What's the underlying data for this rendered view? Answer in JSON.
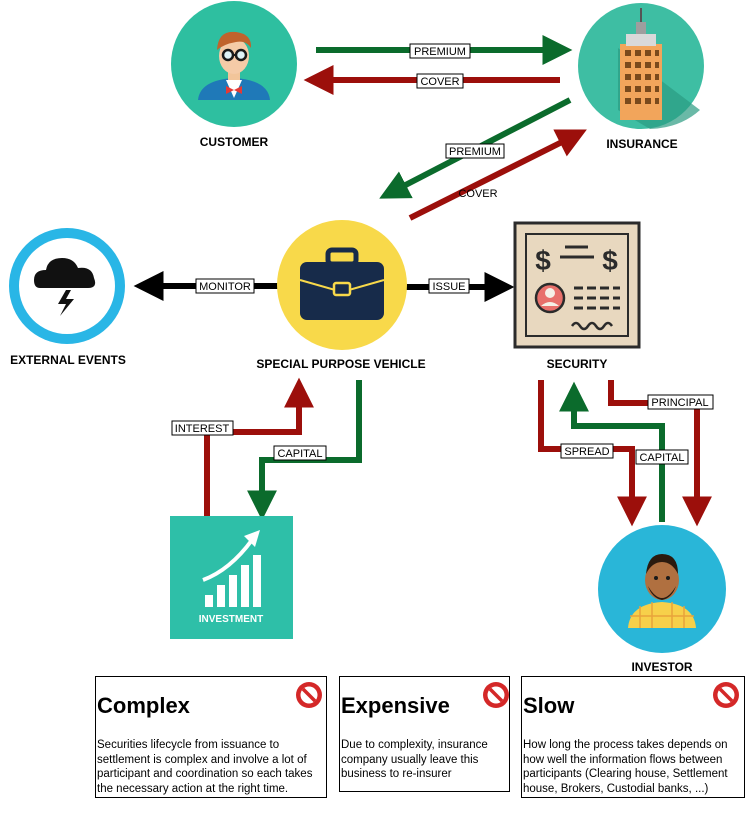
{
  "nodes": {
    "customer": {
      "label": "CUSTOMER",
      "icon": "businessman-icon"
    },
    "insurance": {
      "label": "INSURANCE",
      "icon": "skyscraper-icon"
    },
    "external_events": {
      "label": "EXTERNAL EVENTS",
      "icon": "storm-cloud-icon"
    },
    "spv": {
      "label": "SPECIAL PURPOSE VEHICLE",
      "icon": "briefcase-icon"
    },
    "security": {
      "label": "SECURITY",
      "icon": "certificate-icon"
    },
    "investment": {
      "label": "INVESTMENT",
      "icon": "growth-chart-icon"
    },
    "investor": {
      "label": "INVESTOR",
      "icon": "investor-avatar-icon"
    }
  },
  "edges": {
    "premium_top": "PREMIUM",
    "cover_top": "COVER",
    "premium_diag": "PREMIUM",
    "cover_diag": "COVER",
    "monitor": "MONITOR",
    "issue": "ISSUE",
    "interest": "INTEREST",
    "capital_spv": "CAPITAL",
    "principal": "PRINCIPAL",
    "spread": "SPREAD",
    "capital_investor": "CAPITAL"
  },
  "colors": {
    "green_arrow": "#0b6b2c",
    "red_arrow": "#9c0f0b",
    "black_arrow": "#000000",
    "teal": "#2ebfa0",
    "blue": "#29b6d8",
    "yellow": "#f8d94a",
    "navy": "#172b4a"
  },
  "cards": [
    {
      "title": "Complex",
      "text": "Securities lifecycle from issuance to settlement is complex and involve a lot of participant and coordination so each takes the necessary action at the right time.",
      "icon": "prohibited-icon"
    },
    {
      "title": "Expensive",
      "text": "Due to complexity, insurance company usually leave this business to re-insurer",
      "icon": "prohibited-icon"
    },
    {
      "title": "Slow",
      "text": "How long the process takes depends on how well the information flows between participants (Clearing house, Settlement house, Brokers, Custodial banks, ...)",
      "icon": "prohibited-icon"
    }
  ]
}
